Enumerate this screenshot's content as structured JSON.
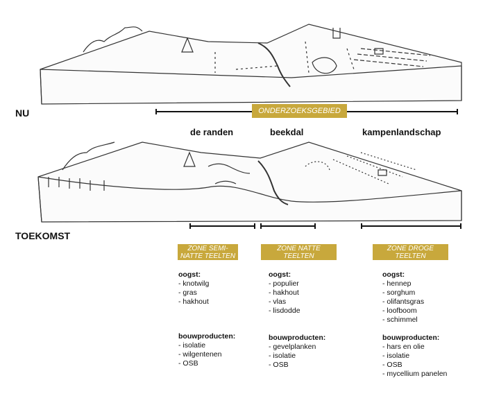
{
  "colors": {
    "accent": "#c8a83c"
  },
  "now": {
    "label": "NU",
    "study_area": "ONDERZOEKSGEBIED"
  },
  "regions": [
    "de randen",
    "beekdal",
    "kampenlandschap"
  ],
  "future": {
    "label": "TOEKOMST"
  },
  "zones": [
    {
      "title": "ZONE SEMI-NATTE TEELTEN",
      "harvest_label": "oogst:",
      "harvest": [
        "- knotwilg",
        "- gras",
        "- hakhout"
      ],
      "products_label": "bouwproducten:",
      "products": [
        "- isolatie",
        "- wilgentenen",
        "- OSB"
      ]
    },
    {
      "title": "ZONE NATTE TEELTEN",
      "harvest_label": "oogst:",
      "harvest": [
        "- populier",
        "- hakhout",
        "- vlas",
        "- lisdodde"
      ],
      "products_label": "bouwproducten:",
      "products": [
        "- gevelplanken",
        "- isolatie",
        "- OSB"
      ]
    },
    {
      "title": "ZONE DROGE TEELTEN",
      "harvest_label": "oogst:",
      "harvest": [
        "- hennep",
        "- sorghum",
        "- olifantsgras",
        "- loofboom",
        "- schimmel"
      ],
      "products_label": "bouwproducten:",
      "products": [
        "- hars en olie",
        "- isolatie",
        "- OSB",
        "- mycellium panelen"
      ]
    }
  ]
}
